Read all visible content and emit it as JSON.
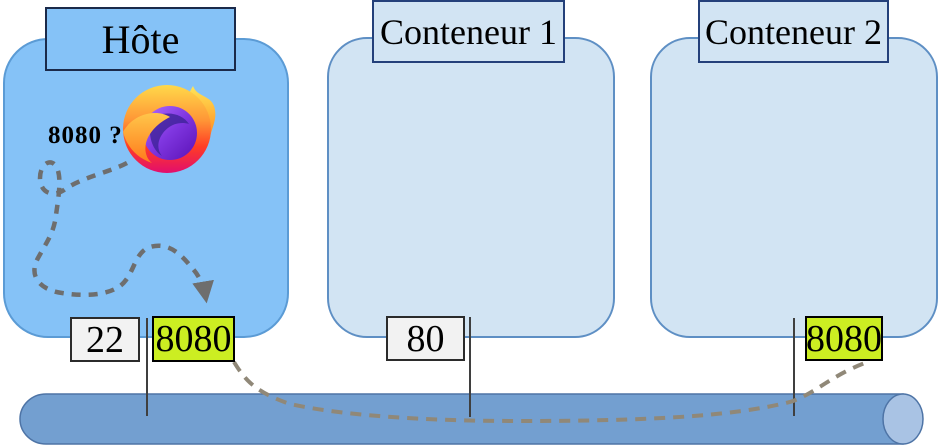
{
  "host": {
    "title": "Hôte",
    "question": "8080 ?"
  },
  "containers": [
    {
      "title": "Conteneur 1"
    },
    {
      "title": "Conteneur 2"
    }
  ],
  "ports": {
    "host_ssh": "22",
    "host_published": "8080",
    "container1_web": "80",
    "container2_published": "8080"
  },
  "icons": {
    "browser": "firefox-logo-icon",
    "flow": "dashed-squiggle-arrow"
  },
  "colors": {
    "host_fill": "#85C2F7",
    "host_border": "#5B9BD5",
    "container_fill": "#D2E4F3",
    "container_border": "#5E8FC4",
    "port_plain_fill": "#F2F2F2",
    "port_highlight_fill": "#CCEE22",
    "pipe_fill": "#739FD0",
    "pipe_cap_fill": "#A9C3E4",
    "pipe_border": "#4E74A6",
    "squiggle_gray": "#6E6E6E",
    "mapping_dash": "#908878"
  }
}
